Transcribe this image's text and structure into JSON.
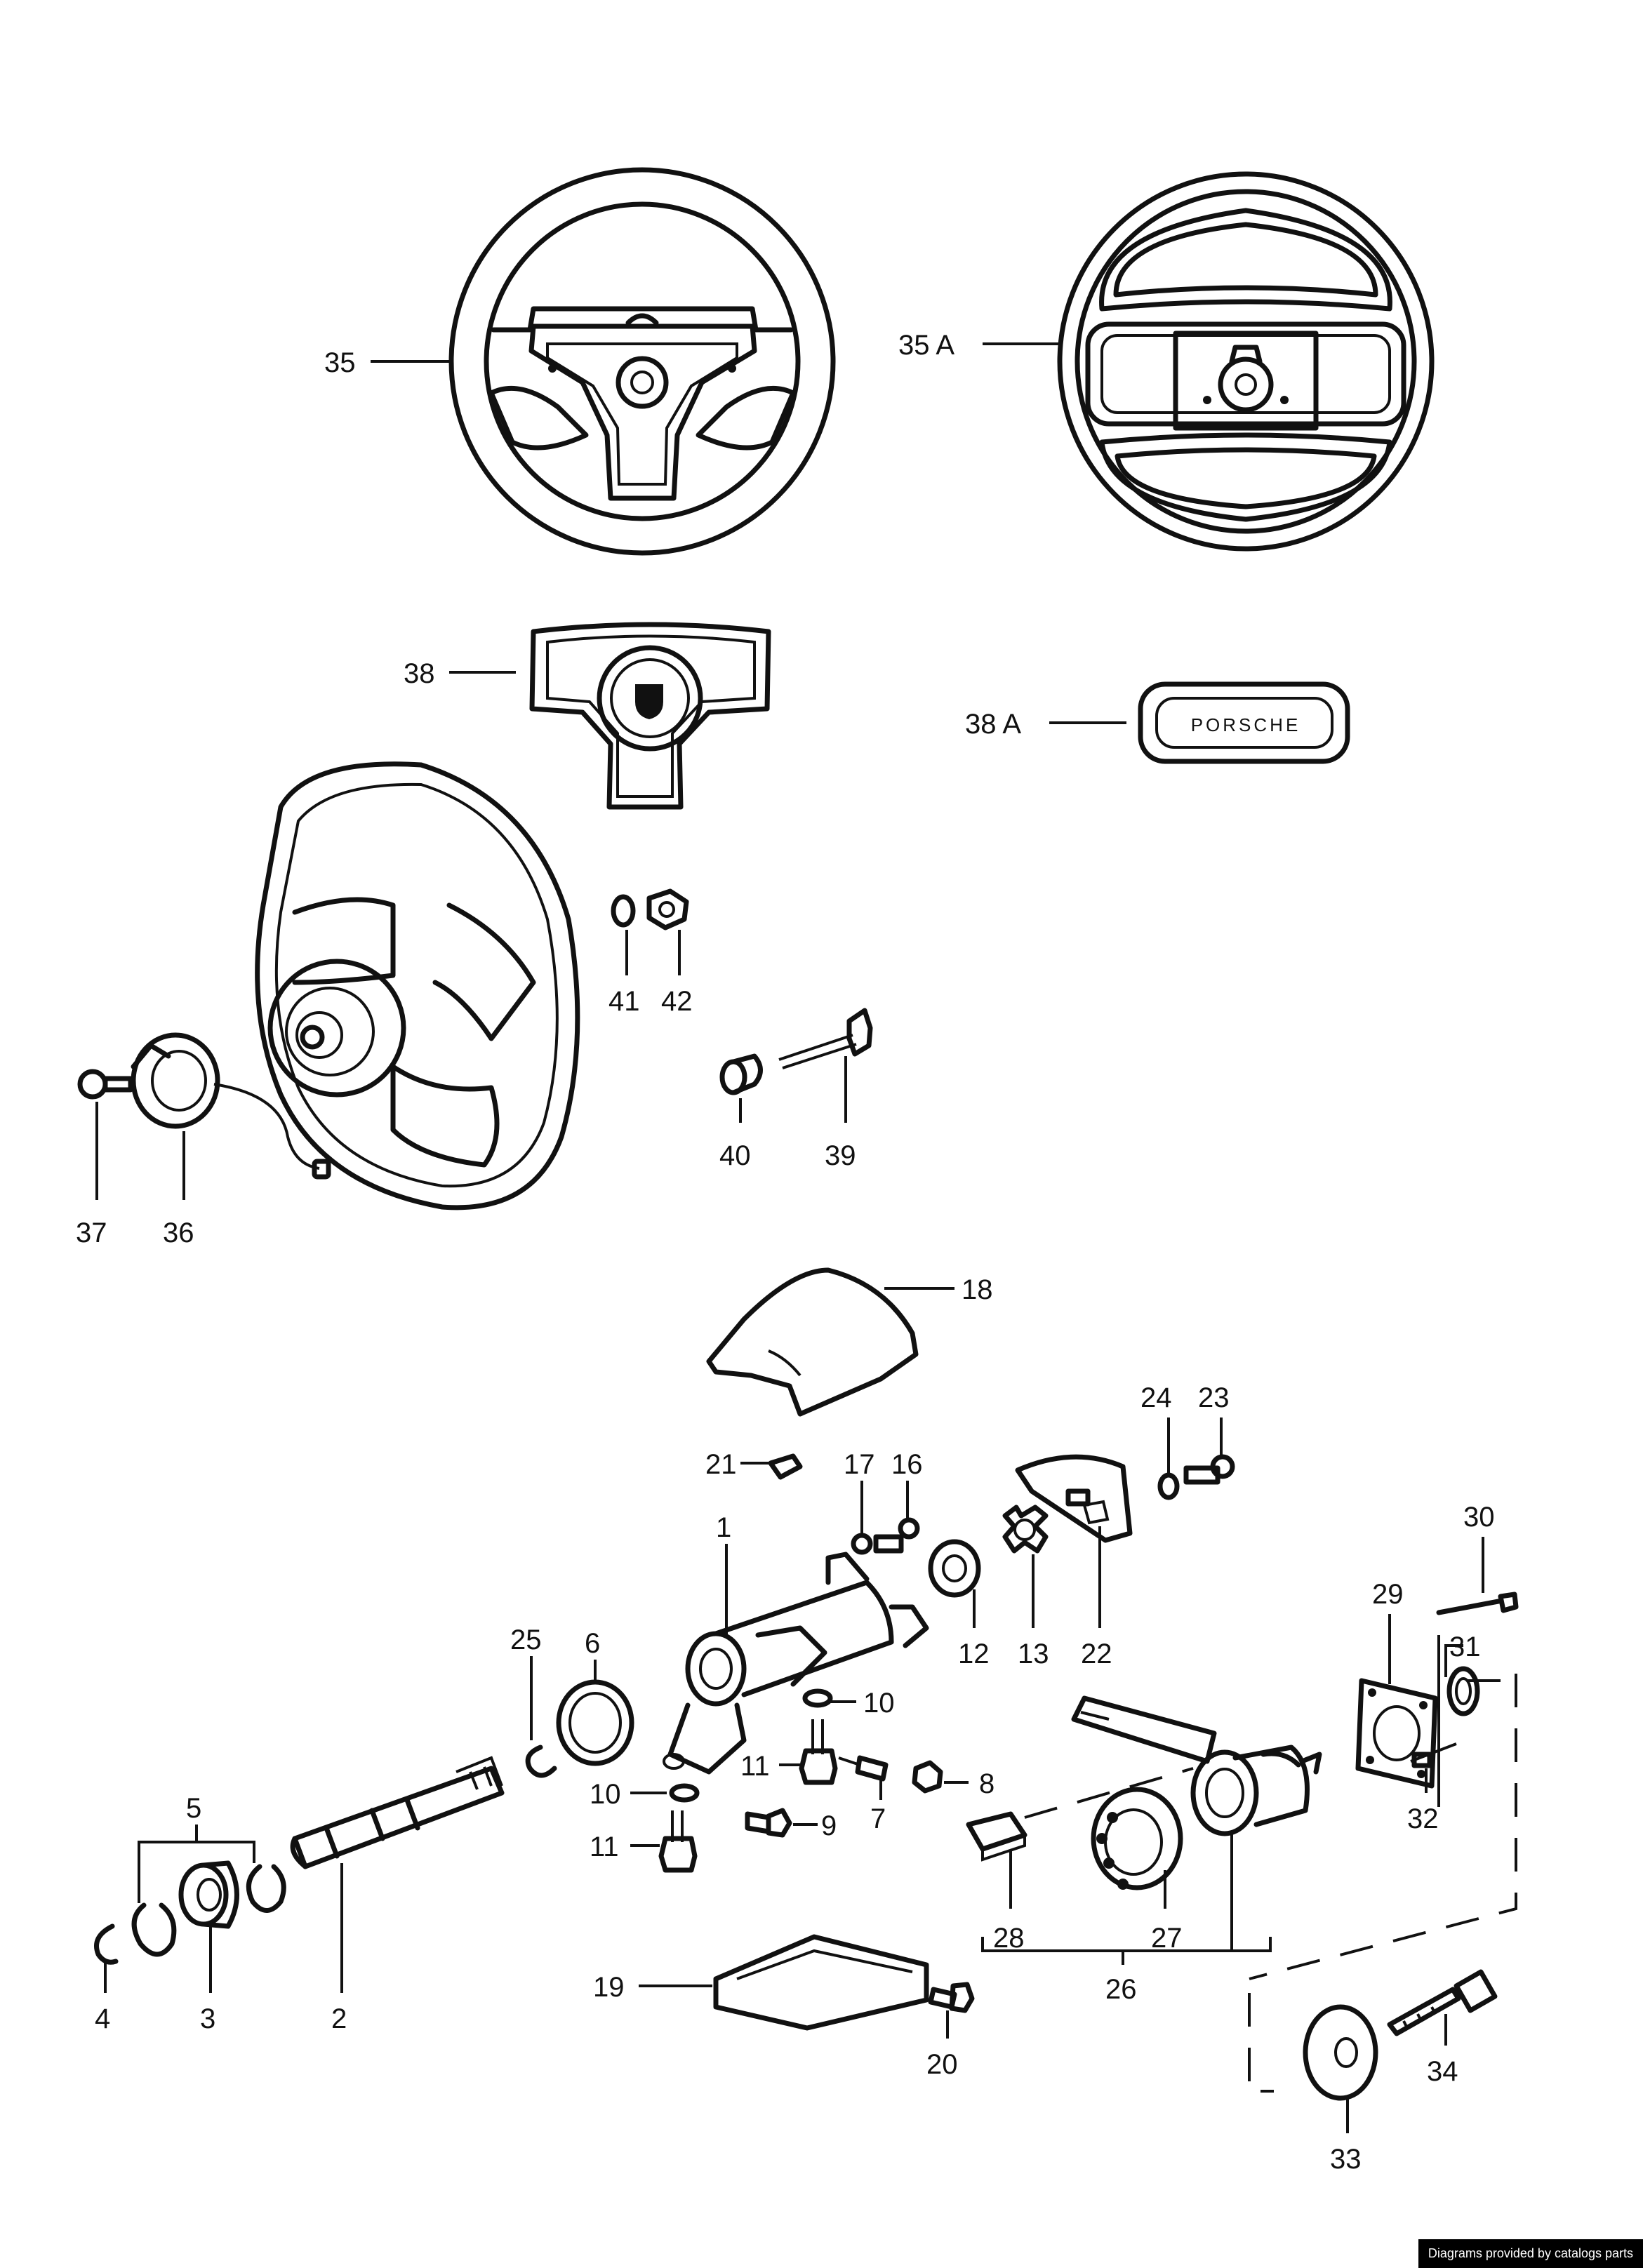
{
  "labels": {
    "l1": "1",
    "l2": "2",
    "l3": "3",
    "l4": "4",
    "l5": "5",
    "l6": "6",
    "l7": "7",
    "l8": "8",
    "l9": "9",
    "l10a": "10",
    "l10b": "10",
    "l11a": "11",
    "l11b": "11",
    "l12": "12",
    "l13": "13",
    "l16": "16",
    "l17": "17",
    "l18": "18",
    "l19": "19",
    "l20": "20",
    "l21": "21",
    "l22": "22",
    "l23": "23",
    "l24": "24",
    "l25": "25",
    "l26": "26",
    "l27": "27",
    "l28": "28",
    "l29": "29",
    "l30": "30",
    "l31": "31",
    "l32": "32",
    "l33": "33",
    "l34": "34",
    "l35": "35",
    "l35a": "35 A",
    "l36": "36",
    "l37": "37",
    "l38": "38",
    "l38a": "38 A",
    "l39": "39",
    "l40": "40",
    "l41": "41",
    "l42": "42"
  },
  "badge_text": "PORSCHE",
  "credit": "Diagrams provided by catalogs parts"
}
